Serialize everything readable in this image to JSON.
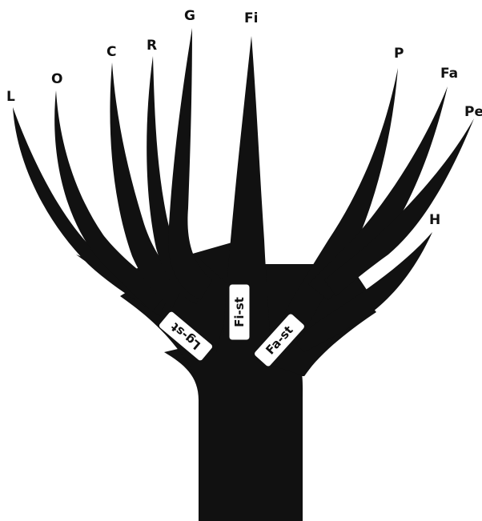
{
  "colors": {
    "ink": "#111111",
    "paper": "#ffffff"
  },
  "branches": {
    "l": "L",
    "o": "O",
    "c": "C",
    "r": "R",
    "g": "G",
    "fi": "Fi",
    "p": "P",
    "fa": "Fa",
    "pe": "Pe",
    "h": "H"
  },
  "stems": {
    "lg_st": "Lg-st",
    "fi_st": "Fi-st",
    "fa_st": "Fa-st"
  }
}
